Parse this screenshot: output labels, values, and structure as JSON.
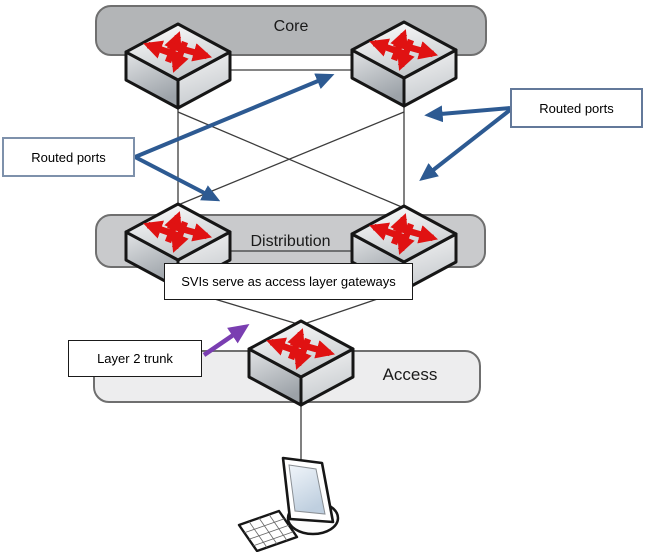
{
  "diagram": {
    "bands": [
      {
        "id": "core",
        "label": "Core"
      },
      {
        "id": "distribution",
        "label": "Distribution"
      },
      {
        "id": "access",
        "label": "Access"
      }
    ],
    "callouts": {
      "routed_ports_left": "Routed ports",
      "routed_ports_right": "Routed ports",
      "svi_note": "SVIs serve as access layer gateways",
      "layer2_trunk": "Layer 2 trunk"
    },
    "devices": {
      "core_switches": 2,
      "distribution_switches": 2,
      "access_switches": 1,
      "end_devices": 1
    },
    "colors": {
      "core_band": "#b3b5b7",
      "distribution_band": "#c9cacc",
      "access_band": "#ededee",
      "band_border": "#6f6f6f",
      "callout_border_blue": "#7e91ab",
      "blue_arrow": "#2d5a92",
      "purple_arrow": "#7a3eb1",
      "switch_arrow_red": "#e01212",
      "link_line": "#3c3c3c"
    }
  }
}
